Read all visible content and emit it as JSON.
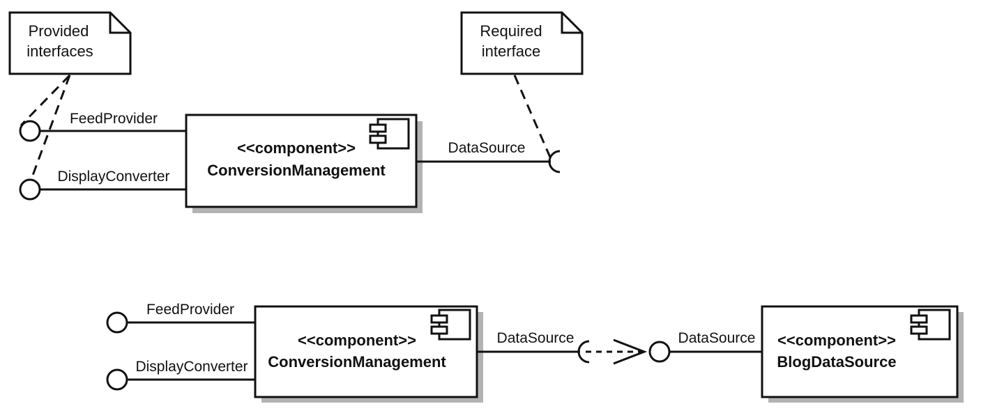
{
  "top": {
    "note_provided": {
      "line1": "Provided",
      "line2": "interfaces"
    },
    "note_required": {
      "line1": "Required",
      "line2": "interface"
    },
    "component": {
      "stereotype": "<<component>>",
      "name": "ConversionManagement"
    },
    "iface_feed": "FeedProvider",
    "iface_display": "DisplayConverter",
    "iface_datasource": "DataSource"
  },
  "bottom": {
    "component_left": {
      "stereotype": "<<component>>",
      "name": "ConversionManagement"
    },
    "component_right": {
      "stereotype": "<<component>>",
      "name": "BlogDataSource"
    },
    "iface_feed": "FeedProvider",
    "iface_display": "DisplayConverter",
    "iface_required": "DataSource",
    "iface_provided": "DataSource"
  }
}
